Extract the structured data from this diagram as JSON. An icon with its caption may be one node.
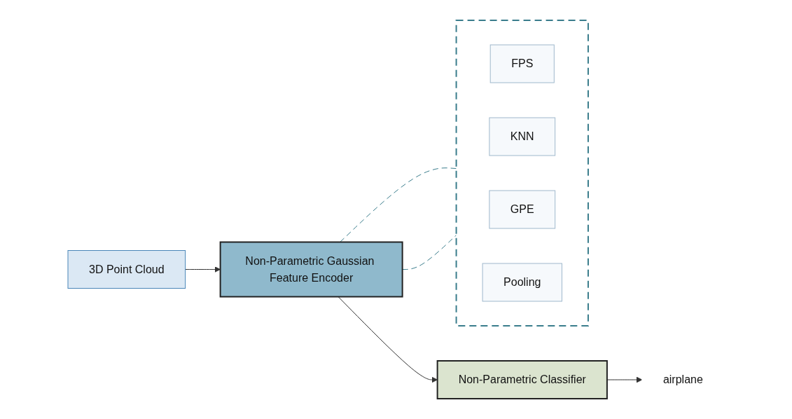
{
  "diagram": {
    "nodes": [
      {
        "text": [
          "3D Point Cloud"
        ]
      },
      {
        "text": [
          "Non-Parametric Gaussian Feature Encoder"
        ]
      },
      {
        "text": [
          "Non-Parametric Classifier"
        ]
      },
      {
        "text": [
          "airplane"
        ]
      },
      {
        "text": [],
        "shape": "box"
      },
      {
        "text": [
          "FPS"
        ],
        "in": 4
      },
      {
        "text": [
          "KNN"
        ],
        "in": 4
      },
      {
        "text": [
          "GPE"
        ],
        "in": 4
      },
      {
        "text": [
          "Pooling"
        ],
        "in": 4
      }
    ],
    "edges": [
      {
        "from": 0,
        "to": 1,
        "arrow": "to"
      },
      {
        "from": 1,
        "to": 2,
        "arrow": "to"
      },
      {
        "from": 2,
        "to": 3,
        "arrow": "to"
      },
      {
        "from": 1,
        "to": 4,
        "arrow": "none",
        "style": "dashed",
        "color": "#3a7d8c"
      },
      {
        "from": 1,
        "to": 4,
        "arrow": "none",
        "style": "dashed",
        "color": "#3a7d8c"
      }
    ]
  }
}
